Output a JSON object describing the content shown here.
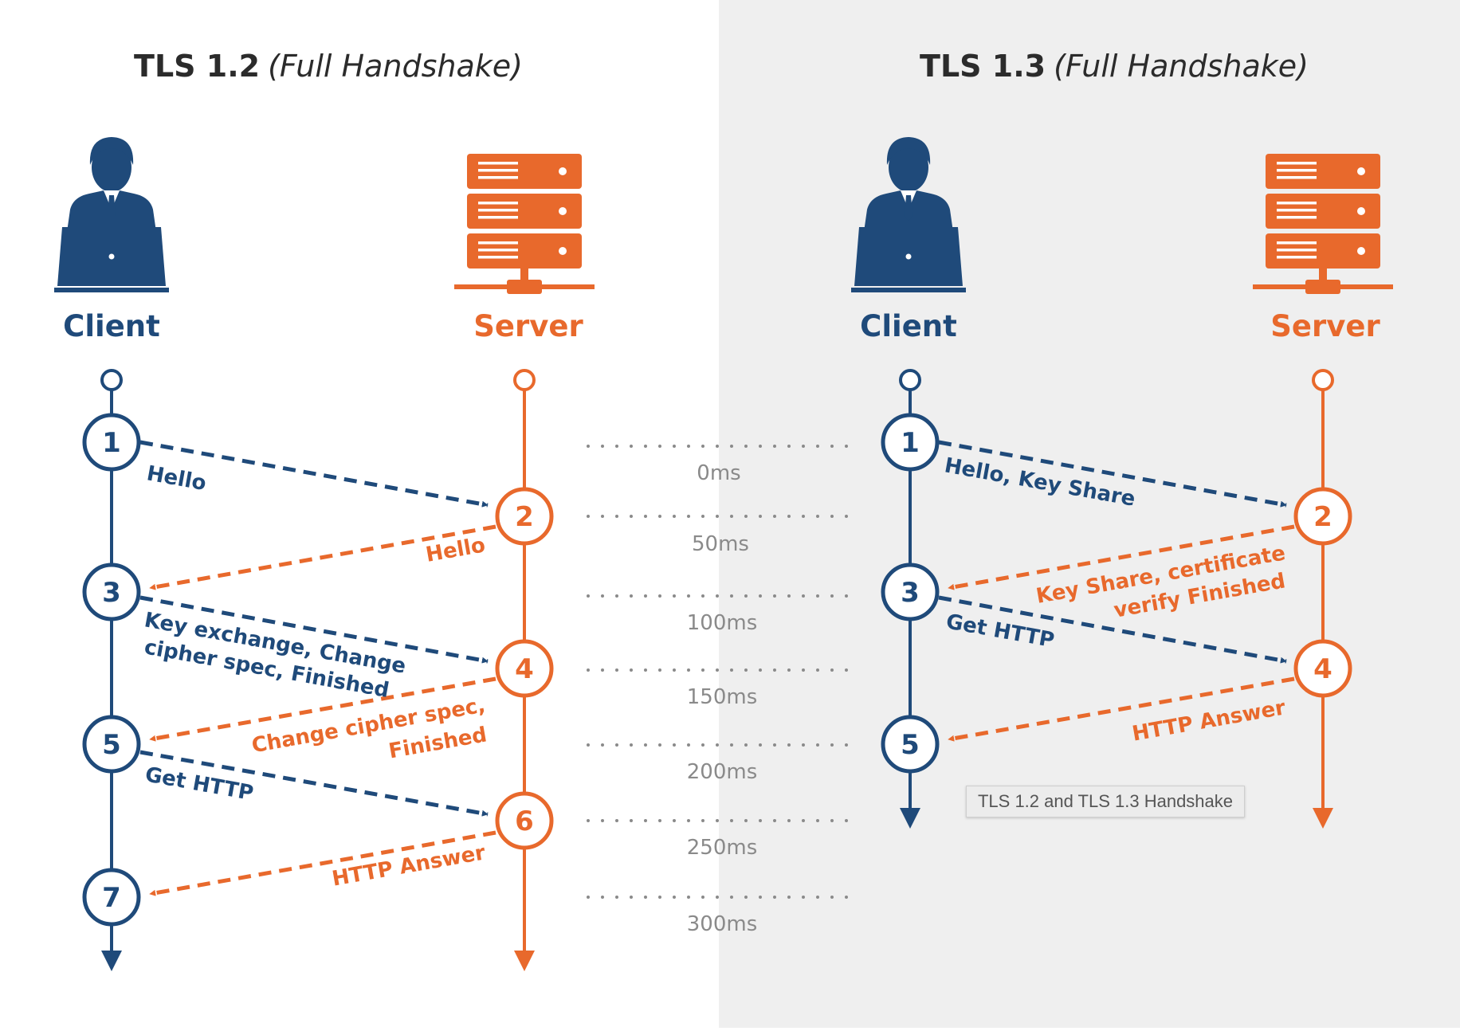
{
  "colors": {
    "client": "#1f4a7a",
    "server": "#e8692c",
    "right_bg": "#efefef",
    "dots": "#8a8a8a"
  },
  "tls12": {
    "title_main": "TLS 1.2",
    "title_sub": "(Full Handshake)",
    "client_label": "Client",
    "server_label": "Server",
    "steps": [
      "1",
      "2",
      "3",
      "4",
      "5",
      "6",
      "7"
    ],
    "messages": {
      "m1": "Hello",
      "m2": "Hello",
      "m3_l1": "Key exchange, Change",
      "m3_l2": "cipher spec, Finished",
      "m4_l1": "Change cipher spec,",
      "m4_l2": "Finished",
      "m5": "Get HTTP",
      "m6": "HTTP Answer"
    }
  },
  "tls13": {
    "title_main": "TLS 1.3",
    "title_sub": "(Full Handshake)",
    "client_label": "Client",
    "server_label": "Server",
    "steps": [
      "1",
      "2",
      "3",
      "4",
      "5"
    ],
    "messages": {
      "m1": "Hello, Key Share",
      "m2_l1": "Key Share, certificate",
      "m2_l2": "verify  Finished",
      "m3": "Get HTTP",
      "m4": "HTTP Answer"
    }
  },
  "timeline": [
    "0ms",
    "50ms",
    "100ms",
    "150ms",
    "200ms",
    "250ms",
    "300ms"
  ],
  "tooltip": "TLS 1.2 and TLS 1.3 Handshake",
  "icons": {
    "client": "user-laptop-icon",
    "server": "server-rack-icon"
  }
}
